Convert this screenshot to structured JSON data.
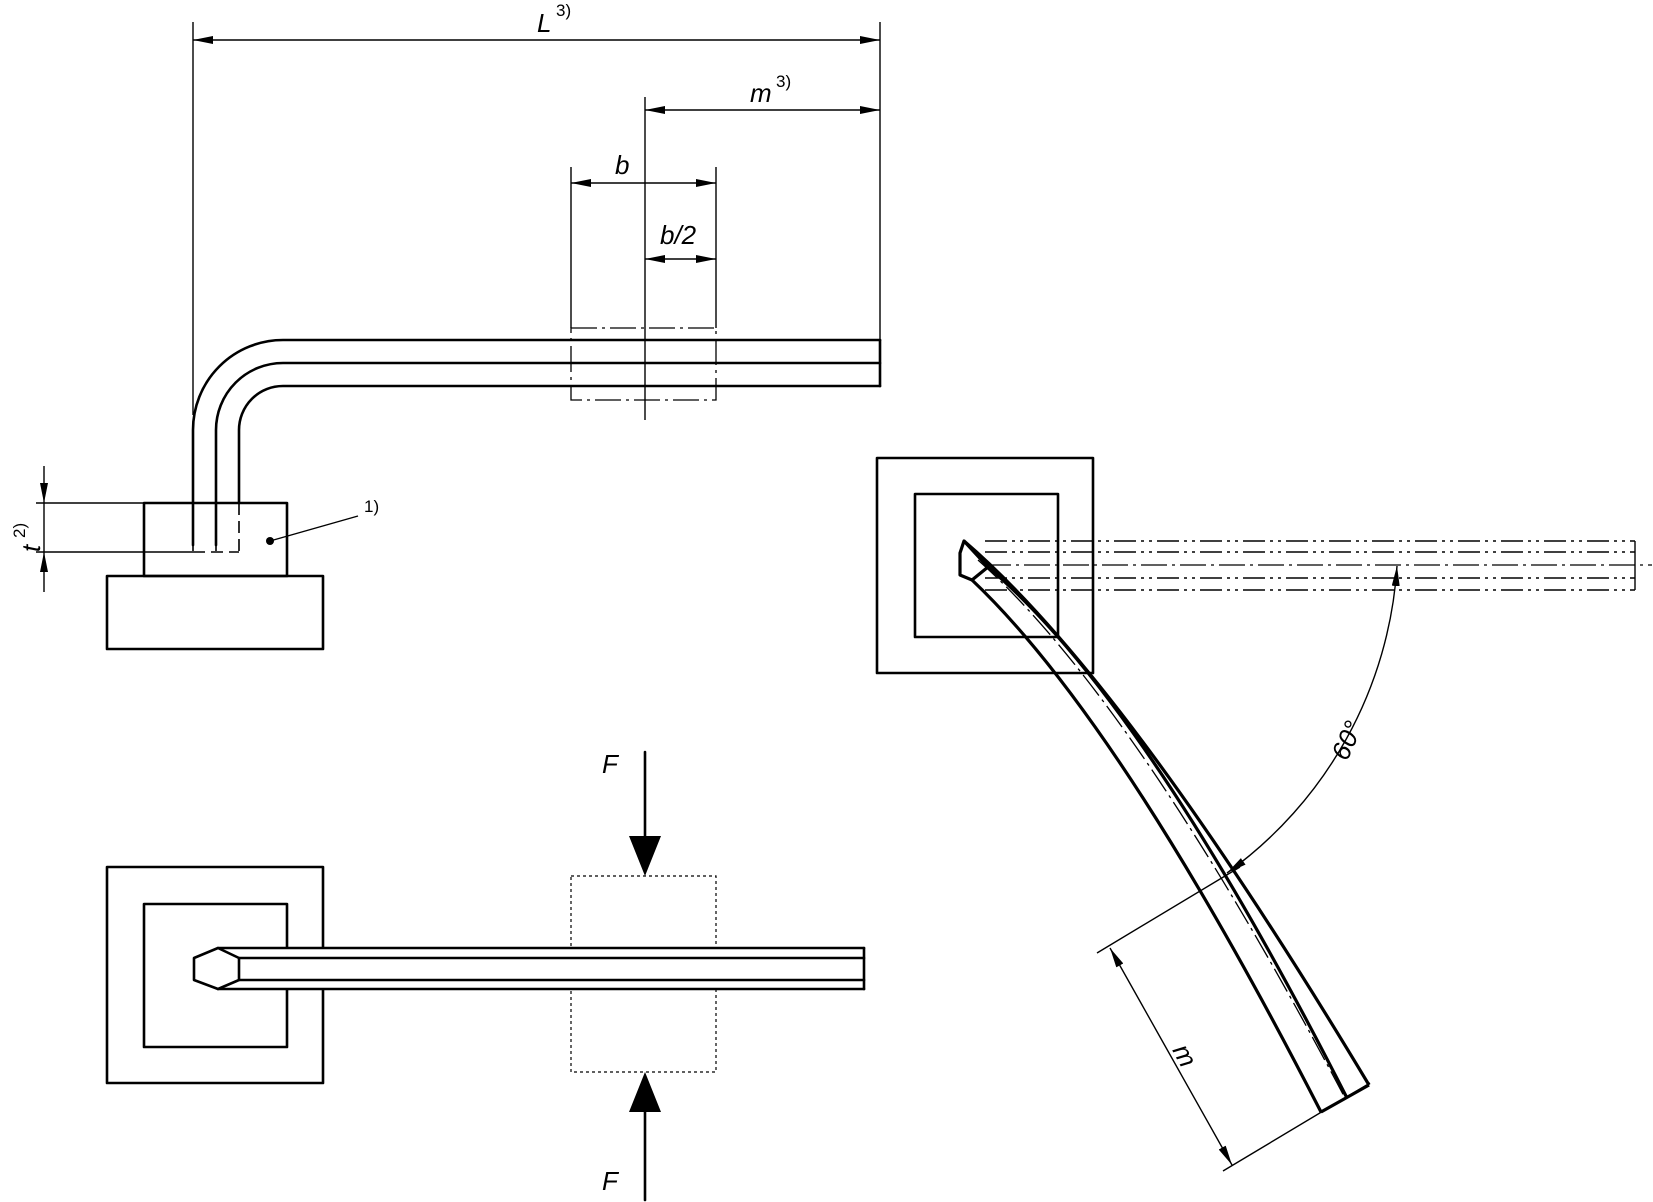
{
  "labels": {
    "L": "L",
    "L_sup": "3)",
    "m_top": "m",
    "m_top_sup": "3)",
    "b": "b",
    "b_half": "b/2",
    "t": "t",
    "t_sup": "2)",
    "note_1": "1)",
    "F_top": "F",
    "F_bottom": "F",
    "angle": "60°",
    "m_side": "m"
  },
  "colors": {
    "ink": "#000000",
    "paper": "#ffffff"
  }
}
